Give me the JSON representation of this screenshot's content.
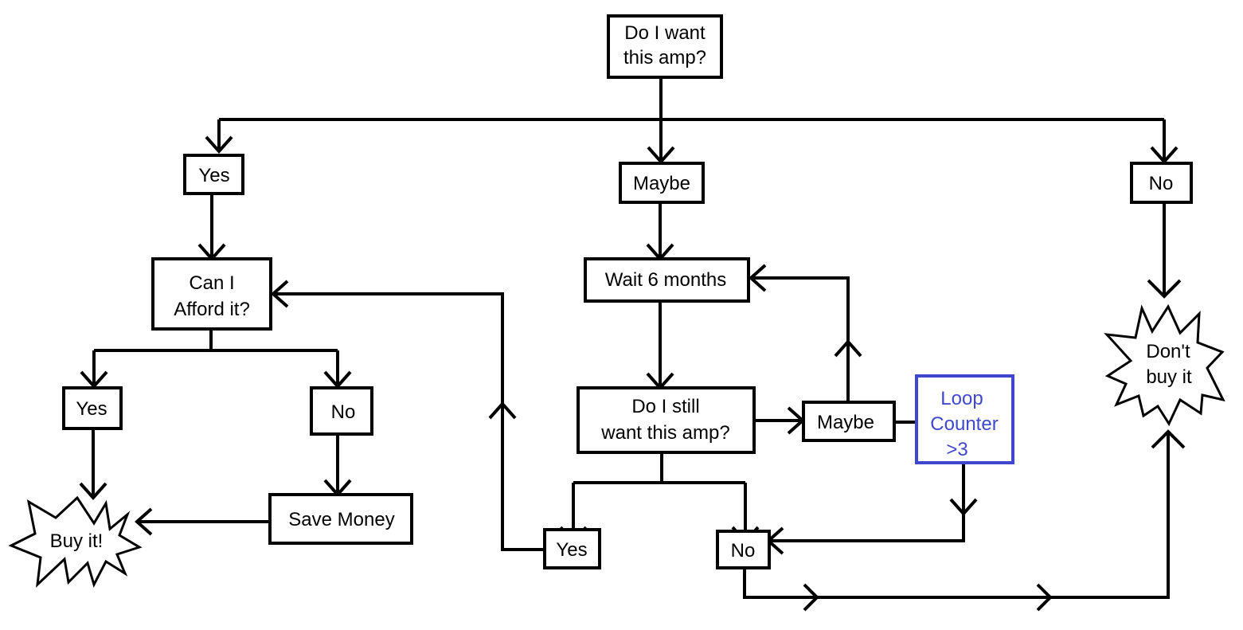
{
  "nodes": {
    "start": [
      "Do I want",
      "this amp?"
    ],
    "yes_top": [
      "Yes"
    ],
    "maybe_top": [
      "Maybe"
    ],
    "no_top": [
      "No"
    ],
    "afford": [
      "Can I",
      "Afford it?"
    ],
    "wait": [
      "Wait 6 months"
    ],
    "still_want": [
      "Do I still",
      "want this amp?"
    ],
    "maybe_mid": [
      "Maybe"
    ],
    "loop_counter": [
      "Loop",
      "Counter",
      ">3"
    ],
    "yes_left": [
      "Yes"
    ],
    "no_left": [
      "No"
    ],
    "save_money": [
      "Save Money"
    ],
    "buy_it": [
      "Buy it!"
    ],
    "dont_buy": [
      "Don't",
      "buy it"
    ],
    "yes_bottom": [
      "Yes"
    ],
    "no_bottom": [
      "No"
    ]
  },
  "colors": {
    "stroke": "#000000",
    "accent": "#3f48cc",
    "background": "#ffffff"
  }
}
